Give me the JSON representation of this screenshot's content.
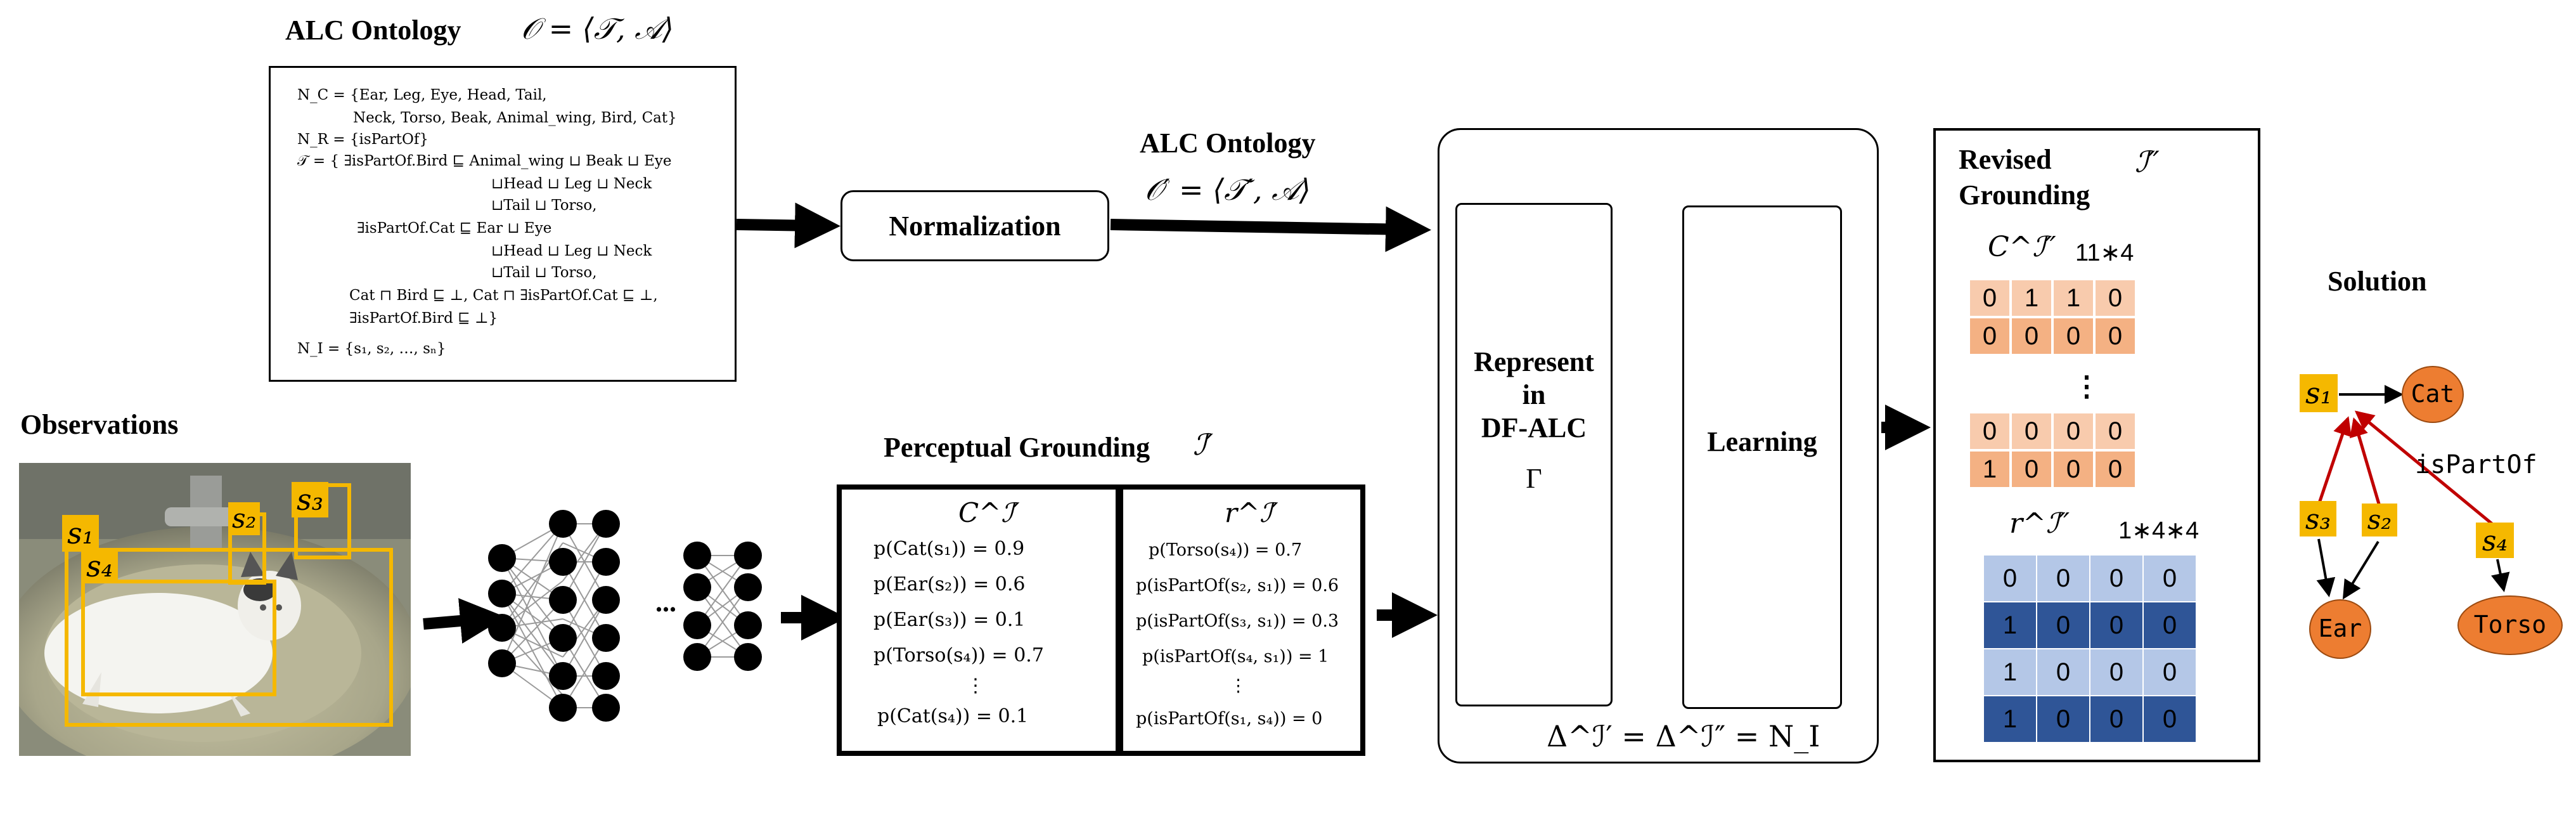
{
  "ontology": {
    "title": "ALC Ontology",
    "formula": "𝒪 = ⟨𝒯, 𝒜⟩",
    "lines": [
      "N_C = {Ear, Leg, Eye, Head, Tail,",
      "Neck, Torso, Beak, Animal_wing, Bird, Cat}",
      "N_R = {isPartOf}",
      "𝒯 = {  ∃isPartOf.Bird ⊑ Animal_wing ⊔ Beak ⊔ Eye",
      "⊔Head ⊔ Leg ⊔ Neck",
      "⊔Tail ⊔ Torso,",
      "∃isPartOf.Cat ⊑ Ear ⊔ Eye",
      "⊔Head ⊔ Leg ⊔ Neck",
      "⊔Tail ⊔ Torso,",
      "Cat ⊓ Bird ⊑ ⊥,  Cat ⊓ ∃isPartOf.Cat ⊑ ⊥,",
      "∃isPartOf.Bird ⊑ ⊥}",
      "N_I = {s₁, s₂, …, sₙ}"
    ]
  },
  "normalization": {
    "label": "Normalization"
  },
  "ontology2": {
    "title": "ALC Ontology",
    "formula": "𝒪′ = ⟨𝒯′, 𝒜⟩"
  },
  "observations": {
    "title": "Observations",
    "box_labels": [
      "s₁",
      "s₄",
      "s₂",
      "s₃"
    ]
  },
  "network": {
    "ellipsis": "..."
  },
  "perceptual": {
    "title": "Perceptual Grounding",
    "title_math": "ℐ′",
    "concept_header": "C^ℐ′",
    "concept_rows": [
      "p(Cat(s₁)) = 0.9",
      "p(Ear(s₂)) = 0.6",
      "p(Ear(s₃)) = 0.1",
      "p(Torso(s₄)) = 0.7",
      "⋮",
      "p(Cat(s₄)) = 0.1"
    ],
    "role_header": "r^ℐ′",
    "role_rows": [
      "p(Torso(s₄)) = 0.7",
      "p(isPartOf(s₂, s₁)) = 0.6",
      "p(isPartOf(s₃, s₁)) = 0.3",
      "p(isPartOf(s₄, s₁)) = 1",
      "⋮",
      "p(isPartOf(s₁, s₄)) = 0"
    ]
  },
  "represent": {
    "label_lines": [
      "Represent",
      "in",
      "DF-ALC"
    ],
    "gamma": "Γ",
    "learning": "Learning",
    "equation": "Δ^ℐ′ = Δ^ℐ″ = N_I"
  },
  "revised": {
    "title_lines": [
      "Revised",
      "Grounding"
    ],
    "title_math": "ℐ″",
    "concept_label": "C^ℐ″",
    "concept_dims": "11∗4",
    "concept_top": [
      [
        "0",
        "1",
        "1",
        "0"
      ],
      [
        "0",
        "0",
        "0",
        "0"
      ]
    ],
    "vdots": "⋮",
    "concept_bottom": [
      [
        "0",
        "0",
        "0",
        "0"
      ],
      [
        "1",
        "0",
        "0",
        "0"
      ]
    ],
    "role_label": "r^ℐ″",
    "role_dims": "1∗4∗4",
    "role_rows": [
      [
        "0",
        "0",
        "0",
        "0"
      ],
      [
        "1",
        "0",
        "0",
        "0"
      ],
      [
        "1",
        "0",
        "0",
        "0"
      ],
      [
        "1",
        "0",
        "0",
        "0"
      ]
    ]
  },
  "solution": {
    "title": "Solution",
    "s1": "s₁",
    "s2": "s₂",
    "s3": "s₃",
    "s4": "s₄",
    "cat": "Cat",
    "ear": "Ear",
    "torso": "Torso",
    "relation": "isPartOf"
  },
  "colors": {
    "label_yellow": "#f5b800",
    "orange_node": "#ed7d31",
    "peach_light": "#f8cbad",
    "peach_dark": "#f4b183",
    "blue_light": "#b4c7e7",
    "blue_dark": "#2f5597",
    "red_arrow": "#c00000"
  }
}
